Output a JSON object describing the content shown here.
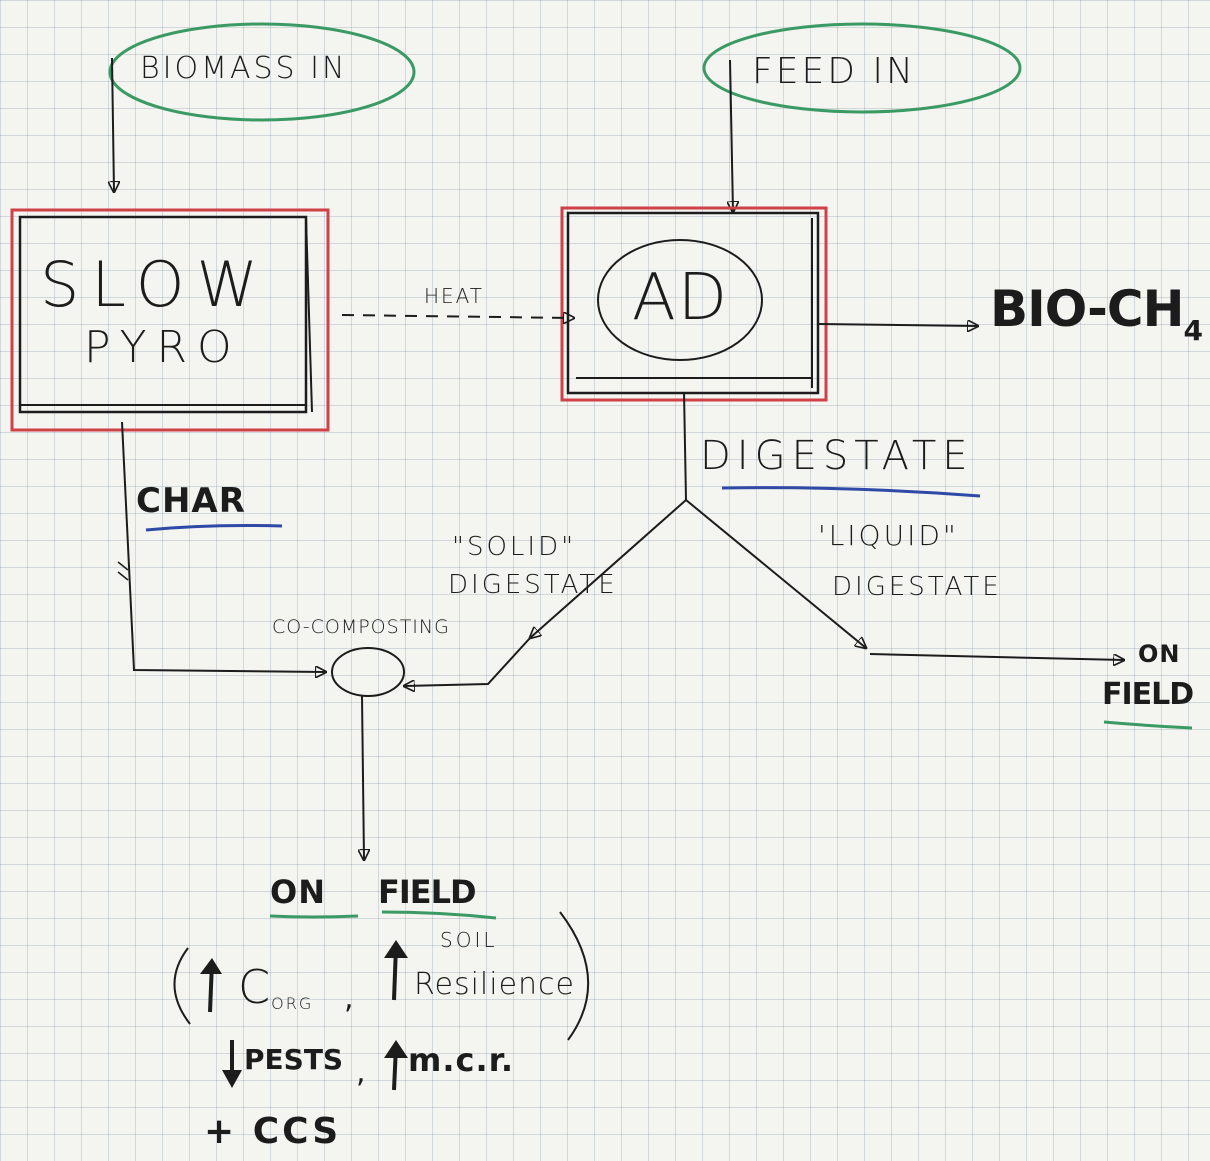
{
  "colors": {
    "ink": "#1c1c1c",
    "red": "#cf4146",
    "green": "#3a9a63",
    "blue": "#2f4aa6"
  },
  "inputs": {
    "biomass": "BIOMASS IN",
    "feed": "FEED IN"
  },
  "nodes": {
    "slow_pyro_line1": "SLOW",
    "slow_pyro_line2": "PYRO",
    "ad": "AD",
    "co_composting": "CO-COMPOSTING"
  },
  "flows": {
    "heat": "HEAT",
    "char": "CHAR",
    "digestate": "DIGESTATE",
    "solid_digestate_line1": "\"SOLID\"",
    "solid_digestate_line2": "DIGESTATE",
    "liquid_digestate_line1": "'LIQUID\"",
    "liquid_digestate_line2": "DIGESTATE"
  },
  "outputs": {
    "bio_ch4": "BIO-CH",
    "bio_ch4_sub": "4",
    "on_field_right_line1": "ON",
    "on_field_right_line2": "FIELD",
    "on_field_bottom_on": "ON",
    "on_field_bottom_field": "FIELD"
  },
  "benefits": {
    "c": "C",
    "c_sub": "ORG",
    "soil": "SOIL",
    "resilience": "Resilience",
    "pests": "PESTS",
    "mcr": "m.c.r.",
    "ccs": "+ CCS"
  }
}
